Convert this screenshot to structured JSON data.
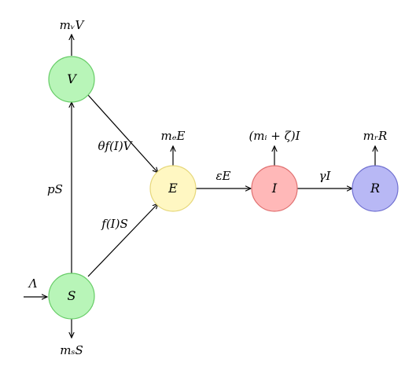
{
  "nodes": {
    "V": {
      "label": "V",
      "fill": "#b8f5b8",
      "stroke": "#66cc66"
    },
    "S": {
      "label": "S",
      "fill": "#b8f5b8",
      "stroke": "#66cc66"
    },
    "E": {
      "label": "E",
      "fill": "#fff7c2",
      "stroke": "#e6d77a"
    },
    "I": {
      "label": "I",
      "fill": "#ffb8b8",
      "stroke": "#e07070"
    },
    "R": {
      "label": "R",
      "fill": "#b8b8f5",
      "stroke": "#7070d0"
    }
  },
  "edges": {
    "lambda_in": "Λ",
    "s_out": "mₛS",
    "v_out": "mᵥV",
    "s_to_v": "pS",
    "v_to_e": "θf(I)V",
    "s_to_e": "f(I)S",
    "e_out": "mₑE",
    "e_to_i": "εE",
    "i_out": "(mᵢ + ζ)I",
    "i_to_r": "γI",
    "r_out": "mᵣR"
  }
}
